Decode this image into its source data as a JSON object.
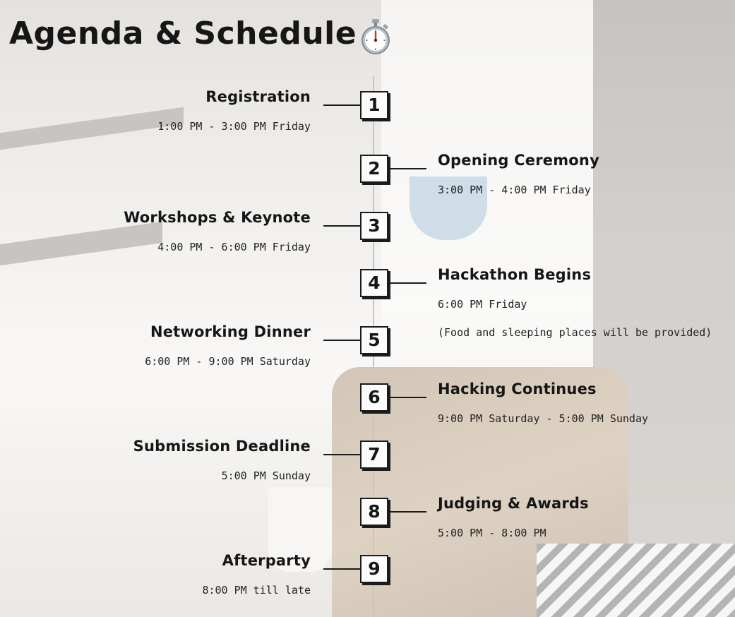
{
  "page": {
    "title": "Agenda & Schedule",
    "title_icon": "stopwatch-icon"
  },
  "events": [
    {
      "number": "1",
      "title": "Registration",
      "time": "1:00 PM - 3:00 PM Friday"
    },
    {
      "number": "2",
      "title": "Opening Ceremony",
      "time": "3:00 PM - 4:00 PM Friday"
    },
    {
      "number": "3",
      "title": "Workshops & Keynote",
      "time": "4:00 PM - 6:00 PM Friday"
    },
    {
      "number": "4",
      "title": "Hackathon Begins",
      "time": "6:00 PM Friday",
      "note": "(Food and sleeping places will be provided)"
    },
    {
      "number": "5",
      "title": "Networking Dinner",
      "time": "6:00 PM - 9:00 PM Saturday"
    },
    {
      "number": "6",
      "title": "Hacking Continues",
      "time": "9:00 PM Saturday - 5:00 PM Sunday"
    },
    {
      "number": "7",
      "title": "Submission Deadline",
      "time": "5:00 PM Sunday"
    },
    {
      "number": "8",
      "title": "Judging & Awards",
      "time": "5:00 PM - 8:00 PM"
    },
    {
      "number": "9",
      "title": "Afterparty",
      "time": "8:00 PM till late"
    }
  ],
  "colors": {
    "text": "#161616",
    "box_border": "#1b1b1b",
    "timeline": "#c9c4bf"
  }
}
